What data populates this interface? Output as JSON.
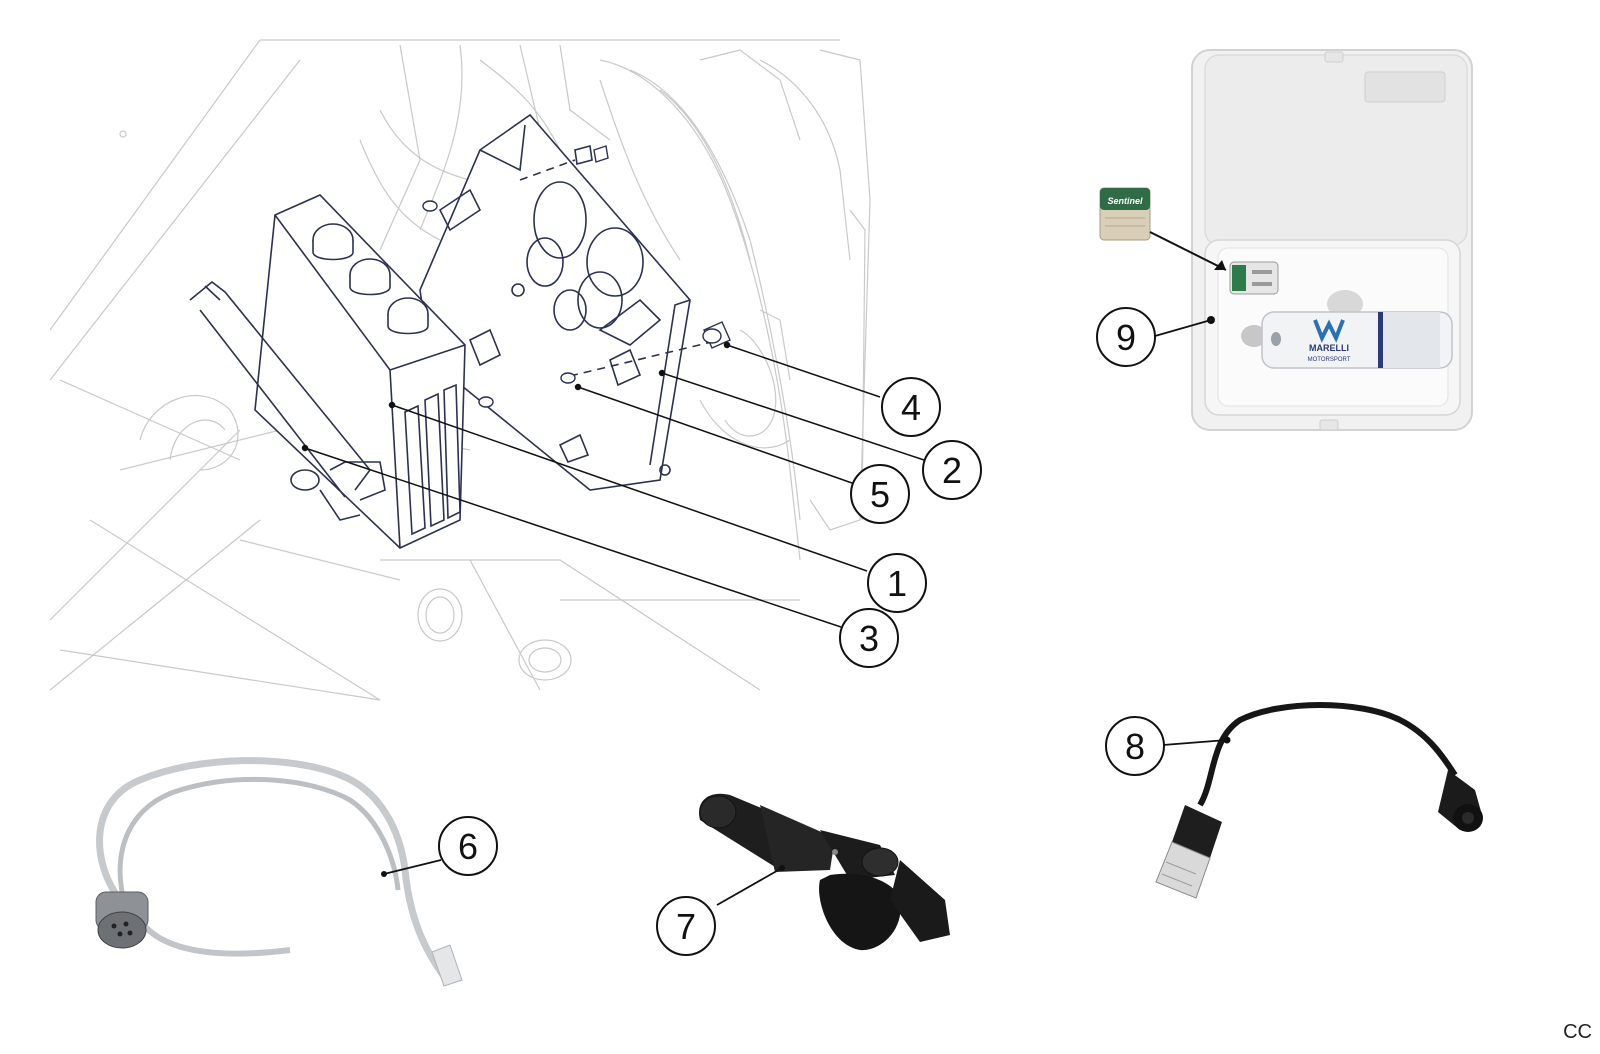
{
  "figure": {
    "callouts": [
      {
        "id": "1",
        "label": "1"
      },
      {
        "id": "2",
        "label": "2"
      },
      {
        "id": "3",
        "label": "3"
      },
      {
        "id": "4",
        "label": "4"
      },
      {
        "id": "5",
        "label": "5"
      },
      {
        "id": "6",
        "label": "6"
      },
      {
        "id": "7",
        "label": "7"
      },
      {
        "id": "8",
        "label": "8"
      },
      {
        "id": "9",
        "label": "9"
      }
    ],
    "dongle_brand": "Sentinel",
    "usb_stick_brand": "MARELLI",
    "usb_stick_sub": "MOTORSPORT",
    "corner_code": "CC"
  }
}
